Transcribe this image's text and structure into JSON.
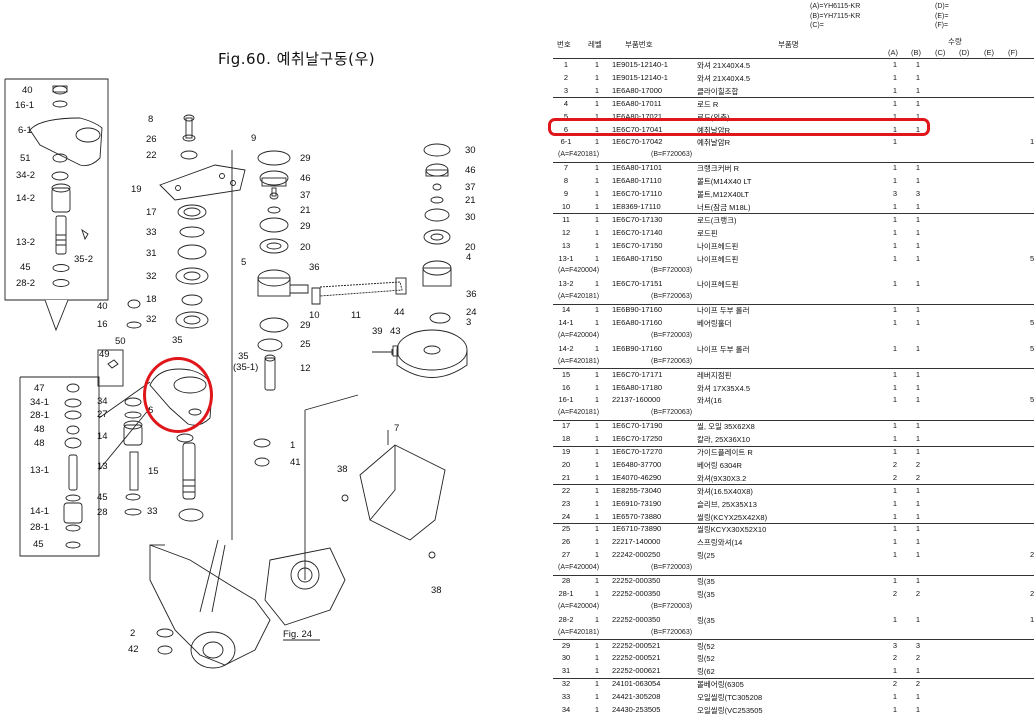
{
  "figure": {
    "title": "Fig.60.  예취날구동(우)",
    "sub_ref": "Fig. 24"
  },
  "legend": {
    "models": [
      "(A)=YH6115-KR",
      "(B)=YH7115-KR",
      "(C)="
    ],
    "extra": [
      "(D)=",
      "(E)=",
      "(F)="
    ]
  },
  "headers": {
    "no": "번호",
    "level": "레벨",
    "part_no": "부품번호",
    "name": "부품명",
    "qty": "수량",
    "cols": [
      "(A)",
      "(B)",
      "(C)",
      "(D)",
      "(E)",
      "(F)"
    ]
  },
  "callouts": {
    "c1": "1",
    "c2": "2",
    "c3": "3",
    "c4": "4",
    "c5": "5",
    "c6": "6",
    "c7": "7",
    "c8": "8",
    "c9": "9",
    "c10": "10",
    "c11": "11",
    "c12": "12",
    "c13": "13",
    "c13_1": "13-1",
    "c13_2": "13-2",
    "c14": "14",
    "c14_1": "14-1",
    "c14_2": "14-2",
    "c15": "15",
    "c16": "16",
    "c16_1": "16-1",
    "c17": "17",
    "c18": "18",
    "c19": "19",
    "c20": "20",
    "c21": "21",
    "c22": "22",
    "c24": "24",
    "c25": "25",
    "c26": "26",
    "c27": "27",
    "c28": "28",
    "c28_1": "28-1",
    "c28_2": "28-2",
    "c29": "29",
    "c30": "30",
    "c31": "31",
    "c32": "32",
    "c33": "33",
    "c34": "34",
    "c34_1": "34-1",
    "c34_2": "34-2",
    "c35": "35",
    "c35_1": "(35-1)",
    "c35_2": "35-2",
    "c36": "36",
    "c37": "37",
    "c38": "38",
    "c39": "39",
    "c40": "40",
    "c41": "41",
    "c42": "42",
    "c43": "43",
    "c44": "44",
    "c45": "45",
    "c46": "46",
    "c47": "47",
    "c48": "48",
    "c49": "49",
    "c50": "50",
    "c51": "51",
    "c6_1": "6-1"
  },
  "rows": [
    {
      "t": "r",
      "no": "1",
      "lv": "1",
      "pn": "1E9015-12140-1",
      "nm": "와셔 21X40X4.5",
      "a": "1",
      "b": "1"
    },
    {
      "t": "r",
      "no": "2",
      "lv": "1",
      "pn": "1E9015-12140-1",
      "nm": "와셔 21X40X4.5",
      "a": "1",
      "b": "1"
    },
    {
      "t": "r",
      "no": "3",
      "lv": "1",
      "pn": "1E6A80-17000",
      "nm": "클라이힐조합",
      "a": "1",
      "b": "1"
    },
    {
      "t": "r",
      "no": "4",
      "lv": "1",
      "pn": "1E6A80-17011",
      "nm": "로드 R",
      "a": "1",
      "b": "1"
    },
    {
      "t": "r",
      "no": "5",
      "lv": "1",
      "pn": "1E6A80-17021",
      "nm": "로드(외측)",
      "a": "1",
      "b": "1"
    },
    {
      "t": "r",
      "no": "6",
      "lv": "1",
      "pn": "1E6C70-17041",
      "nm": "예취날암R",
      "a": "1",
      "b": "1"
    },
    {
      "t": "r",
      "no": "6-1",
      "lv": "1",
      "pn": "1E6C70-17042",
      "nm": "예취날암R",
      "a": "1",
      "b": "",
      "f": "1"
    },
    {
      "t": "n",
      "a": "(A=F420181)",
      "b": "(B=F720063)"
    },
    {
      "t": "r",
      "no": "7",
      "lv": "1",
      "pn": "1E6A80-17101",
      "nm": "크랭크커버 R",
      "a": "1",
      "b": "1"
    },
    {
      "t": "r",
      "no": "8",
      "lv": "1",
      "pn": "1E6A80-17110",
      "nm": "볼트(M14X40 LT",
      "a": "1",
      "b": "1"
    },
    {
      "t": "r",
      "no": "9",
      "lv": "1",
      "pn": "1E6C70-17110",
      "nm": "볼트,M12X40LT",
      "a": "3",
      "b": "3"
    },
    {
      "t": "r",
      "no": "10",
      "lv": "1",
      "pn": "1E8369-17110",
      "nm": "너트(잠금 M18L)",
      "a": "1",
      "b": "1"
    },
    {
      "t": "r",
      "no": "11",
      "lv": "1",
      "pn": "1E6C70-17130",
      "nm": "로드(크랭크)",
      "a": "1",
      "b": "1"
    },
    {
      "t": "r",
      "no": "12",
      "lv": "1",
      "pn": "1E6C70-17140",
      "nm": "로드핀",
      "a": "1",
      "b": "1"
    },
    {
      "t": "r",
      "no": "13",
      "lv": "1",
      "pn": "1E6C70-17150",
      "nm": "나이프헤드핀",
      "a": "1",
      "b": "1"
    },
    {
      "t": "r",
      "no": "13-1",
      "lv": "1",
      "pn": "1E6A80-17150",
      "nm": "나이프헤드핀",
      "a": "1",
      "b": "1",
      "f": "5"
    },
    {
      "t": "n",
      "a": "(A=F420004)",
      "b": "(B=F720003)"
    },
    {
      "t": "r",
      "no": "13-2",
      "lv": "1",
      "pn": "1E6C70-17151",
      "nm": "나이프헤드핀",
      "a": "1",
      "b": "1"
    },
    {
      "t": "n",
      "a": "(A=F420181)",
      "b": "(B=F720063)"
    },
    {
      "t": "r",
      "no": "14",
      "lv": "1",
      "pn": "1E6B90-17160",
      "nm": "나이프 두부 롤러",
      "a": "1",
      "b": "1"
    },
    {
      "t": "r",
      "no": "14-1",
      "lv": "1",
      "pn": "1E6A80-17160",
      "nm": "베어링홀더",
      "a": "1",
      "b": "1",
      "f": "5"
    },
    {
      "t": "n",
      "a": "(A=F420004)",
      "b": "(B=F720003)"
    },
    {
      "t": "r",
      "no": "14-2",
      "lv": "1",
      "pn": "1E6B90-17160",
      "nm": "나이프 두부 롤러",
      "a": "1",
      "b": "1",
      "f": "5"
    },
    {
      "t": "n",
      "a": "(A=F420181)",
      "b": "(B=F720063)"
    },
    {
      "t": "r",
      "no": "15",
      "lv": "1",
      "pn": "1E6C70-17171",
      "nm": "레버지점핀",
      "a": "1",
      "b": "1"
    },
    {
      "t": "r",
      "no": "16",
      "lv": "1",
      "pn": "1E6A80-17180",
      "nm": "와셔 17X35X4.5",
      "a": "1",
      "b": "1"
    },
    {
      "t": "r",
      "no": "16-1",
      "lv": "1",
      "pn": "22137-160000",
      "nm": "와셔(16",
      "a": "1",
      "b": "1",
      "f": "5"
    },
    {
      "t": "n",
      "a": "(A=F420181)",
      "b": "(B=F720063)"
    },
    {
      "t": "r",
      "no": "17",
      "lv": "1",
      "pn": "1E6C70-17190",
      "nm": "씰, 오일 35X62X8",
      "a": "1",
      "b": "1"
    },
    {
      "t": "r",
      "no": "18",
      "lv": "1",
      "pn": "1E6C70-17250",
      "nm": "칼라, 25X36X10",
      "a": "1",
      "b": "1"
    },
    {
      "t": "r",
      "no": "19",
      "lv": "1",
      "pn": "1E6C70-17270",
      "nm": "가이드플레이트 R",
      "a": "1",
      "b": "1"
    },
    {
      "t": "r",
      "no": "20",
      "lv": "1",
      "pn": "1E6480-37700",
      "nm": "베어링 6304R",
      "a": "2",
      "b": "2"
    },
    {
      "t": "r",
      "no": "21",
      "lv": "1",
      "pn": "1E4070-46290",
      "nm": "와셔(9X30X3.2",
      "a": "2",
      "b": "2"
    },
    {
      "t": "r",
      "no": "22",
      "lv": "1",
      "pn": "1E8255-73040",
      "nm": "와셔(16.5X40X8)",
      "a": "1",
      "b": "1"
    },
    {
      "t": "r",
      "no": "23",
      "lv": "1",
      "pn": "1E6910-73190",
      "nm": "슬리브, 25X35X13",
      "a": "1",
      "b": "1"
    },
    {
      "t": "r",
      "no": "24",
      "lv": "1",
      "pn": "1E6570-73880",
      "nm": "씰링(KCYX25X42X8)",
      "a": "1",
      "b": "1"
    },
    {
      "t": "r",
      "no": "25",
      "lv": "1",
      "pn": "1E6710-73890",
      "nm": "씰링KCYX30X52X10",
      "a": "1",
      "b": "1"
    },
    {
      "t": "r",
      "no": "26",
      "lv": "1",
      "pn": "22217-140000",
      "nm": "스프링와셔(14",
      "a": "1",
      "b": "1"
    },
    {
      "t": "r",
      "no": "27",
      "lv": "1",
      "pn": "22242-000250",
      "nm": "링(25",
      "a": "1",
      "b": "1",
      "f": "2"
    },
    {
      "t": "n",
      "a": "(A=F420004)",
      "b": "(B=F720003)"
    },
    {
      "t": "r",
      "no": "28",
      "lv": "1",
      "pn": "22252-000350",
      "nm": "링(35",
      "a": "1",
      "b": "1"
    },
    {
      "t": "r",
      "no": "28-1",
      "lv": "1",
      "pn": "22252-000350",
      "nm": "링(35",
      "a": "2",
      "b": "2",
      "f": "2"
    },
    {
      "t": "n",
      "a": "(A=F420004)",
      "b": "(B=F720003)"
    },
    {
      "t": "r",
      "no": "28-2",
      "lv": "1",
      "pn": "22252-000350",
      "nm": "링(35",
      "a": "1",
      "b": "1",
      "f": "1"
    },
    {
      "t": "n",
      "a": "(A=F420181)",
      "b": "(B=F720063)"
    },
    {
      "t": "r",
      "no": "29",
      "lv": "1",
      "pn": "22252-000521",
      "nm": "링(52",
      "a": "3",
      "b": "3"
    },
    {
      "t": "r",
      "no": "30",
      "lv": "1",
      "pn": "22252-000521",
      "nm": "링(52",
      "a": "2",
      "b": "2"
    },
    {
      "t": "r",
      "no": "31",
      "lv": "1",
      "pn": "22252-000621",
      "nm": "링(62",
      "a": "1",
      "b": "1"
    },
    {
      "t": "r",
      "no": "32",
      "lv": "1",
      "pn": "24101-063054",
      "nm": "볼베어링(6305",
      "a": "2",
      "b": "2"
    },
    {
      "t": "r",
      "no": "33",
      "lv": "1",
      "pn": "24421-305208",
      "nm": "오일씰링(TC305208",
      "a": "1",
      "b": "1"
    },
    {
      "t": "r",
      "no": "34",
      "lv": "1",
      "pn": "24430-253505",
      "nm": "오일씰링(VC253505",
      "a": "1",
      "b": "1"
    }
  ]
}
